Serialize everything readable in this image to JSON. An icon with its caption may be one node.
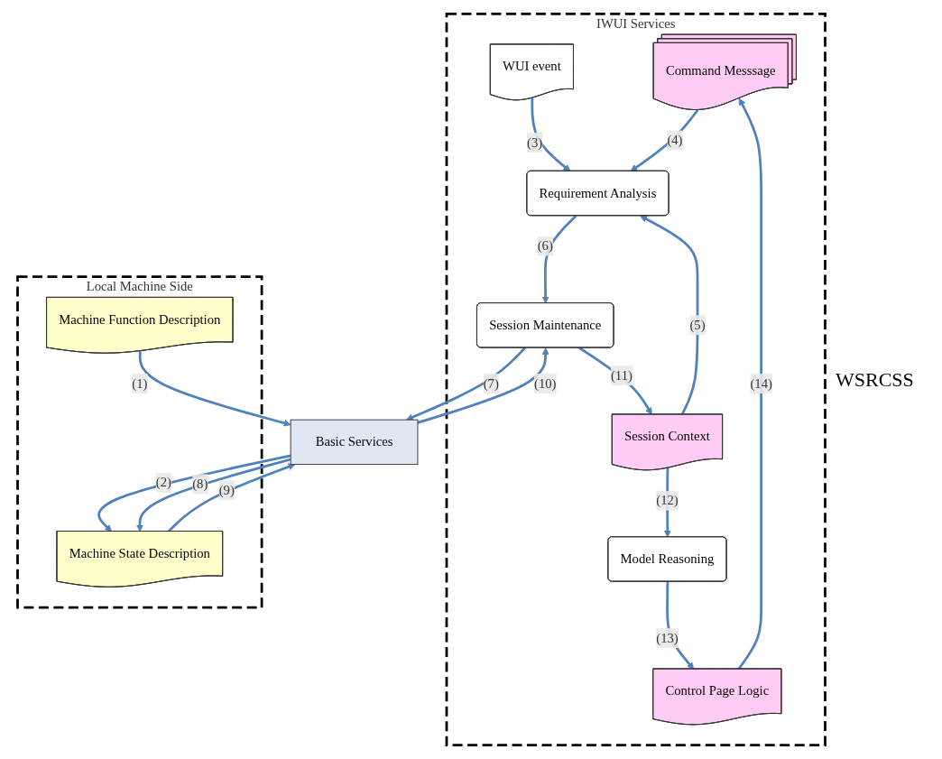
{
  "diagram": {
    "nodes": [
      {
        "text": [
          "IWUI Services"
        ]
      },
      {
        "text": [
          "Command Messsage"
        ],
        "in": 0
      },
      {
        "text": [
          "WUI event"
        ],
        "in": 0
      },
      {
        "text": [
          "Session Context"
        ],
        "in": 0
      },
      {
        "text": [
          "Control Page Logic"
        ],
        "in": 0
      },
      {
        "text": [
          "Requirement Analysis"
        ],
        "in": 0
      },
      {
        "text": [
          "Session Maintenance"
        ],
        "in": 0
      },
      {
        "text": [
          "Model Reasoning"
        ],
        "in": 0
      },
      {
        "text": [
          "Basic Services"
        ]
      },
      {
        "text": [
          "Local Machine Side"
        ]
      },
      {
        "text": [
          "Machine Function Description"
        ],
        "in": 9
      },
      {
        "text": [
          "Machine State Description"
        ],
        "in": 9
      }
    ],
    "edges": [
      {
        "from": 10,
        "to": 8,
        "arrow": "to",
        "label": "(1)"
      },
      {
        "from": 8,
        "to": 11,
        "arrow": "to",
        "label": "(2)"
      },
      {
        "from": 2,
        "to": 5,
        "arrow": "to",
        "label": "(3)"
      },
      {
        "from": 1,
        "to": 5,
        "arrow": "to",
        "label": "(4)"
      },
      {
        "from": 3,
        "to": 5,
        "arrow": "to",
        "label": "(5)"
      },
      {
        "from": 5,
        "to": 6,
        "arrow": "to",
        "label": "(6)"
      },
      {
        "from": 6,
        "to": 8,
        "arrow": "to",
        "label": "(7)"
      },
      {
        "from": 8,
        "to": 11,
        "arrow": "to",
        "label": "(8)"
      },
      {
        "from": 11,
        "to": 8,
        "arrow": "to",
        "label": "(9)"
      },
      {
        "from": 8,
        "to": 6,
        "arrow": "to",
        "label": "(10)"
      },
      {
        "from": 6,
        "to": 3,
        "arrow": "to",
        "label": "(11)"
      },
      {
        "from": 3,
        "to": 7,
        "arrow": "to",
        "label": "(12)"
      },
      {
        "from": 7,
        "to": 4,
        "arrow": "to",
        "label": "(13)"
      },
      {
        "from": 4,
        "to": 1,
        "arrow": "to",
        "label": "(14)"
      }
    ],
    "labels": [
      "WSRCSS"
    ]
  }
}
